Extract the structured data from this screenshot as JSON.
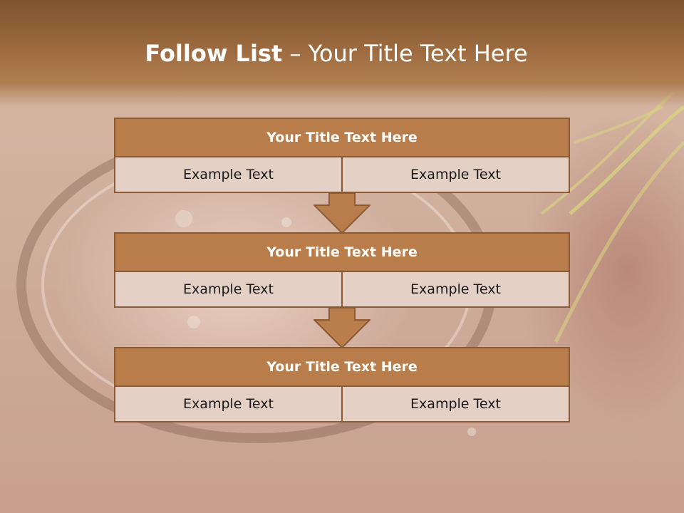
{
  "slide": {
    "title_bold": "Follow List",
    "title_rest": "– Your Title Text Here"
  },
  "steps": [
    {
      "title": "Your Title Text Here",
      "left": "Example Text",
      "right": "Example Text"
    },
    {
      "title": "Your Title Text Here",
      "left": "Example Text",
      "right": "Example Text"
    },
    {
      "title": "Your Title Text Here",
      "left": "Example Text",
      "right": "Example Text"
    }
  ],
  "colors": {
    "header_band": "#8c5e36",
    "block_header": "#b87d4a",
    "block_border": "#8a5a34",
    "cell_fill": "#e4d0c5",
    "arrow_fill": "#b87d4a"
  }
}
